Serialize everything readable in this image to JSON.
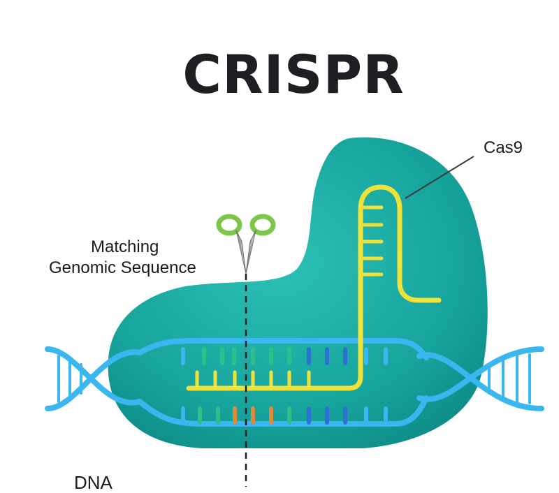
{
  "title": "CRISPR",
  "labels": {
    "cas9": "Cas9",
    "matching_line1": "Matching",
    "matching_line2": "Genomic Sequence",
    "dna": "DNA"
  },
  "colors": {
    "cas9_body": "#1aa6a0",
    "dna_strand": "#3ab7ee",
    "guide_rna": "#f1e23a",
    "scissors": "#7cc64a",
    "base_green": "#2fbf8a",
    "base_blue": "#2f6fd1",
    "base_orange": "#e08a3c"
  },
  "icons": [
    "scissors-icon"
  ]
}
